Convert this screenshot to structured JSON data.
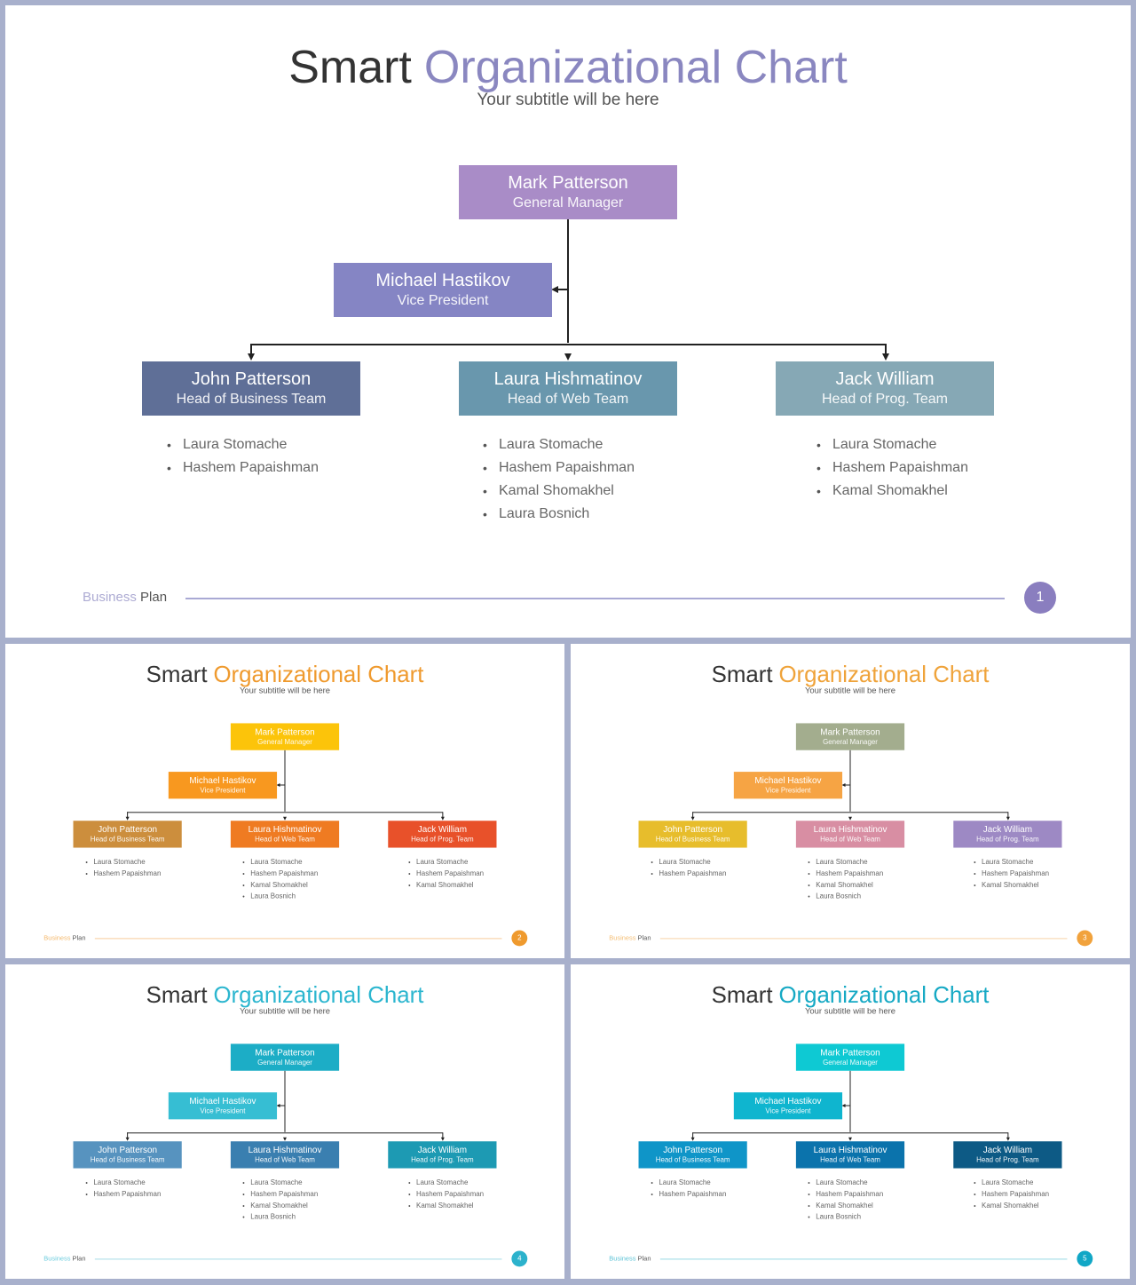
{
  "slides": [
    {
      "title_main": "Smart",
      "title_accent": "Organizational Chart",
      "subtitle": "Your subtitle will be here",
      "colors": {
        "accent": "#8a87c0",
        "gm": "#a98cc7",
        "vp": "#8585c4",
        "h1": "#5f6f97",
        "h2": "#6997ad",
        "h3": "#86a8b5",
        "footer_line": "#a9a9d4",
        "page_circle": "#8a7ebf"
      },
      "gm": {
        "name": "Mark Patterson",
        "role": "General Manager"
      },
      "vp": {
        "name": "Michael Hastikov",
        "role": "Vice President"
      },
      "heads": [
        {
          "name": "John Patterson",
          "role": "Head of Business Team",
          "members": [
            "Laura Stomache",
            "Hashem Papaishman"
          ]
        },
        {
          "name": "Laura Hishmatinov",
          "role": "Head of Web Team",
          "members": [
            "Laura Stomache",
            "Hashem Papaishman",
            "Kamal Shomakhel",
            "Laura Bosnich"
          ]
        },
        {
          "name": "Jack William",
          "role": "Head of Prog. Team",
          "members": [
            "Laura Stomache",
            "Hashem Papaishman",
            "Kamal Shomakhel"
          ]
        }
      ],
      "footer": {
        "business": "Business",
        "plan": "Plan"
      },
      "page": "1"
    },
    {
      "title_main": "Smart",
      "title_accent": "Organizational Chart",
      "subtitle": "Your subtitle will be here",
      "colors": {
        "accent": "#ef9a2e",
        "gm": "#fcc40a",
        "vp": "#f8981f",
        "h1": "#cc8e3d",
        "h2": "#ef7b22",
        "h3": "#e8512a",
        "footer_line": "#f6cc99",
        "page_circle": "#ef9a2e"
      },
      "gm": {
        "name": "Mark Patterson",
        "role": "General Manager"
      },
      "vp": {
        "name": "Michael Hastikov",
        "role": "Vice President"
      },
      "heads": [
        {
          "name": "John Patterson",
          "role": "Head of Business Team",
          "members": [
            "Laura Stomache",
            "Hashem Papaishman"
          ]
        },
        {
          "name": "Laura Hishmatinov",
          "role": "Head of Web Team",
          "members": [
            "Laura Stomache",
            "Hashem Papaishman",
            "Kamal Shomakhel",
            "Laura Bosnich"
          ]
        },
        {
          "name": "Jack William",
          "role": "Head of Prog. Team",
          "members": [
            "Laura Stomache",
            "Hashem Papaishman",
            "Kamal Shomakhel"
          ]
        }
      ],
      "footer": {
        "business": "Business",
        "plan": "Plan"
      },
      "page": "2"
    },
    {
      "title_main": "Smart",
      "title_accent": "Organizational Chart",
      "subtitle": "Your subtitle will be here",
      "colors": {
        "accent": "#efa33a",
        "gm": "#a3ad8e",
        "vp": "#f6a444",
        "h1": "#e7bd2c",
        "h2": "#d88ea3",
        "h3": "#9d89c4",
        "footer_line": "#f6d3a6",
        "page_circle": "#f1a23c"
      },
      "gm": {
        "name": "Mark Patterson",
        "role": "General Manager"
      },
      "vp": {
        "name": "Michael Hastikov",
        "role": "Vice President"
      },
      "heads": [
        {
          "name": "John Patterson",
          "role": "Head of Business Team",
          "members": [
            "Laura Stomache",
            "Hashem Papaishman"
          ]
        },
        {
          "name": "Laura Hishmatinov",
          "role": "Head of Web Team",
          "members": [
            "Laura Stomache",
            "Hashem Papaishman",
            "Kamal Shomakhel",
            "Laura Bosnich"
          ]
        },
        {
          "name": "Jack William",
          "role": "Head of Prog. Team",
          "members": [
            "Laura Stomache",
            "Hashem Papaishman",
            "Kamal Shomakhel"
          ]
        }
      ],
      "footer": {
        "business": "Business",
        "plan": "Plan"
      },
      "page": "3"
    },
    {
      "title_main": "Smart",
      "title_accent": "Organizational Chart",
      "subtitle": "Your subtitle will be here",
      "colors": {
        "accent": "#2cb6cf",
        "gm": "#1cadc6",
        "vp": "#36bed3",
        "h1": "#5793bf",
        "h2": "#3a7fb0",
        "h3": "#1d9ab3",
        "footer_line": "#a4dce6",
        "page_circle": "#2cb2cc"
      },
      "gm": {
        "name": "Mark Patterson",
        "role": "General Manager"
      },
      "vp": {
        "name": "Michael Hastikov",
        "role": "Vice President"
      },
      "heads": [
        {
          "name": "John Patterson",
          "role": "Head of Business Team",
          "members": [
            "Laura Stomache",
            "Hashem Papaishman"
          ]
        },
        {
          "name": "Laura Hishmatinov",
          "role": "Head of Web Team",
          "members": [
            "Laura Stomache",
            "Hashem Papaishman",
            "Kamal Shomakhel",
            "Laura Bosnich"
          ]
        },
        {
          "name": "Jack William",
          "role": "Head of Prog. Team",
          "members": [
            "Laura Stomache",
            "Hashem Papaishman",
            "Kamal Shomakhel"
          ]
        }
      ],
      "footer": {
        "business": "Business",
        "plan": "Plan"
      },
      "page": "4"
    },
    {
      "title_main": "Smart",
      "title_accent": "Organizational Chart",
      "subtitle": "Your subtitle will be here",
      "colors": {
        "accent": "#16a9c4",
        "gm": "#0ec9d3",
        "vp": "#0fb5cf",
        "h1": "#0f95c8",
        "h2": "#0b73ac",
        "h3": "#0d5a85",
        "footer_line": "#98d9e4",
        "page_circle": "#11a7c6"
      },
      "gm": {
        "name": "Mark Patterson",
        "role": "General Manager"
      },
      "vp": {
        "name": "Michael Hastikov",
        "role": "Vice President"
      },
      "heads": [
        {
          "name": "John Patterson",
          "role": "Head of Business Team",
          "members": [
            "Laura Stomache",
            "Hashem Papaishman"
          ]
        },
        {
          "name": "Laura Hishmatinov",
          "role": "Head of Web Team",
          "members": [
            "Laura Stomache",
            "Hashem Papaishman",
            "Kamal Shomakhel",
            "Laura Bosnich"
          ]
        },
        {
          "name": "Jack William",
          "role": "Head of Prog. Team",
          "members": [
            "Laura Stomache",
            "Hashem Papaishman",
            "Kamal Shomakhel"
          ]
        }
      ],
      "footer": {
        "business": "Business",
        "plan": "Plan"
      },
      "page": "5"
    }
  ]
}
